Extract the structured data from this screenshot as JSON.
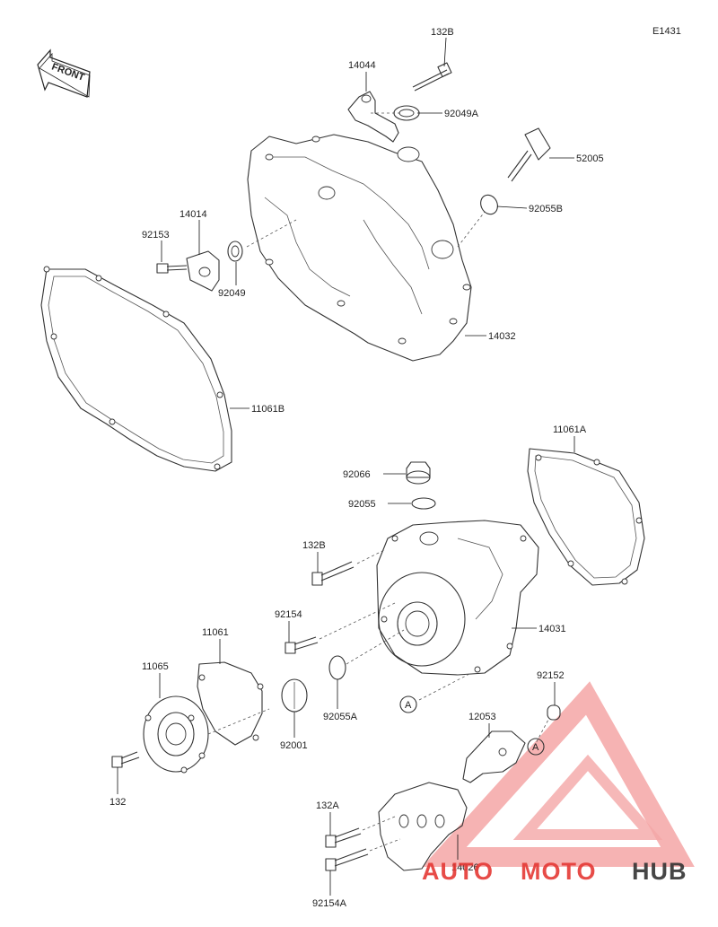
{
  "diagram_code": "E1431",
  "front_label": "FRONT",
  "callout_marker": "A",
  "watermark": {
    "text_1": "AUTO",
    "text_2": "MOTO",
    "text_3": "HUB",
    "color_red": "#e53935",
    "color_dark": "#333333",
    "color_pink": "#f4a6a6"
  },
  "parts": {
    "p132b_top": "132B",
    "p14044": "14044",
    "p92049a": "92049A",
    "p52005": "52005",
    "p92055b": "92055B",
    "p14014": "14014",
    "p92153": "92153",
    "p92049": "92049",
    "p14032": "14032",
    "p11061b": "11061B",
    "p11061a": "11061A",
    "p92066": "92066",
    "p92055": "92055",
    "p132b_mid": "132B",
    "p92154": "92154",
    "p14031": "14031",
    "p11061": "11061",
    "p11065": "11065",
    "p92055a": "92055A",
    "p92001": "92001",
    "p132": "132",
    "p92152": "92152",
    "p12053": "12053",
    "p132a": "132A",
    "p14026": "14026",
    "p92154a": "92154A"
  }
}
